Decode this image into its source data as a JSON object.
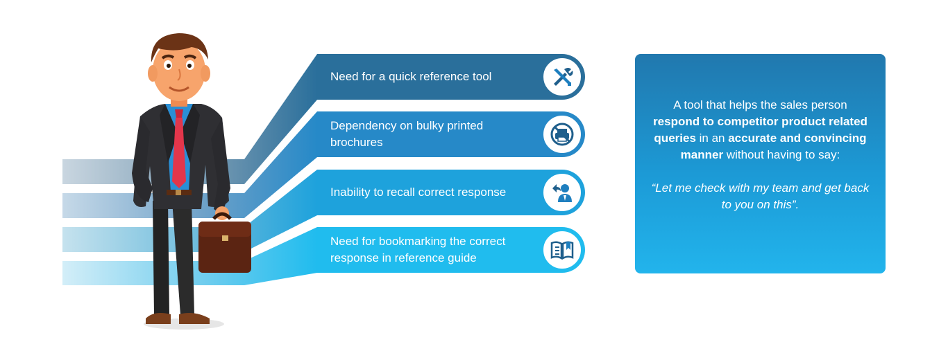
{
  "challenges": [
    {
      "label": "Need for a quick reference tool",
      "icon": "tools-icon",
      "color": "#2a6f9b"
    },
    {
      "label": "Dependency on bulky printed brochures",
      "icon": "no-print-icon",
      "color": "#2689c8"
    },
    {
      "label": "Inability to recall correct response",
      "icon": "recall-user-icon",
      "color": "#1ea2dc"
    },
    {
      "label": "Need for bookmarking the correct response in reference guide",
      "icon": "bookmark-book-icon",
      "color": "#20bcee"
    }
  ],
  "info": {
    "p1": "A tool that helps the sales person ",
    "b1": "respond to competitor product related queries",
    "p2": " in an ",
    "b2": "accurate and convincing manner",
    "p3": " without having to say:",
    "quote": "“Let me check with my team and get back to you on this”."
  },
  "colors": {
    "icon_dark": "#1f5f8c",
    "icon_mid": "#1e7fbf",
    "icon_light": "#1c9ad6",
    "icon_lighter": "#22b4ec"
  }
}
